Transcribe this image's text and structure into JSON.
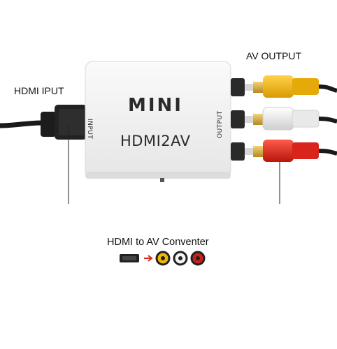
{
  "labels": {
    "av_output": "AV OUTPUT",
    "hdmi_input": "HDMI IPUT",
    "converter_caption": "HDMI to AV Conventer"
  },
  "device": {
    "brand": "MINI",
    "model": "HDMI2AV",
    "input_port": "INPUT",
    "output_port": "OUTPUT",
    "body_color": "#f2f2f2"
  },
  "cables": [
    {
      "name": "yellow-rca",
      "color": "#f2b705"
    },
    {
      "name": "white-rca",
      "color": "#eeeeee"
    },
    {
      "name": "red-rca",
      "color": "#e1261c"
    }
  ]
}
